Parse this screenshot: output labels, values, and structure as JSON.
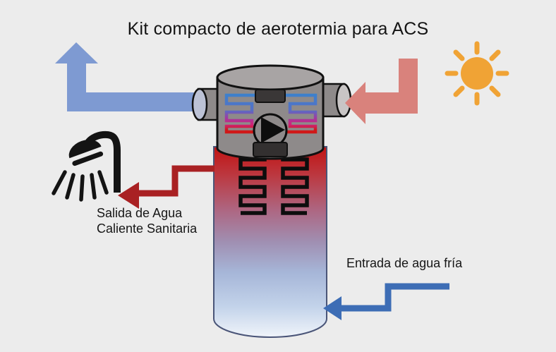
{
  "title": "Kit compacto de aerotermia para ACS",
  "labels": {
    "hot_water_out_line1": "Salida de Agua",
    "hot_water_out_line2": "Caliente Sanitaria",
    "cold_water_in": "Entrada de agua fría"
  },
  "icons": {
    "sun": "sun-icon",
    "shower": "shower-icon",
    "compressor": "compressor-fan-icon"
  },
  "colors": {
    "background": "#ececec",
    "sun": "#f0a335",
    "warm_air_arrow": "#d9827c",
    "exhaust_air_arrow": "#7e9ad2",
    "hot_water_arrow": "#a92123",
    "cold_water_arrow": "#3d6db5",
    "tank_hot": "#c11313",
    "tank_cold": "#f0f4fa",
    "unit_body": "#8e8a8a",
    "unit_lid": "#a8a4a4",
    "coil_blue": "#3b82cc",
    "coil_magenta": "#d02478",
    "coil_red": "#d01818",
    "tank_coil": "#0d0d0d"
  }
}
